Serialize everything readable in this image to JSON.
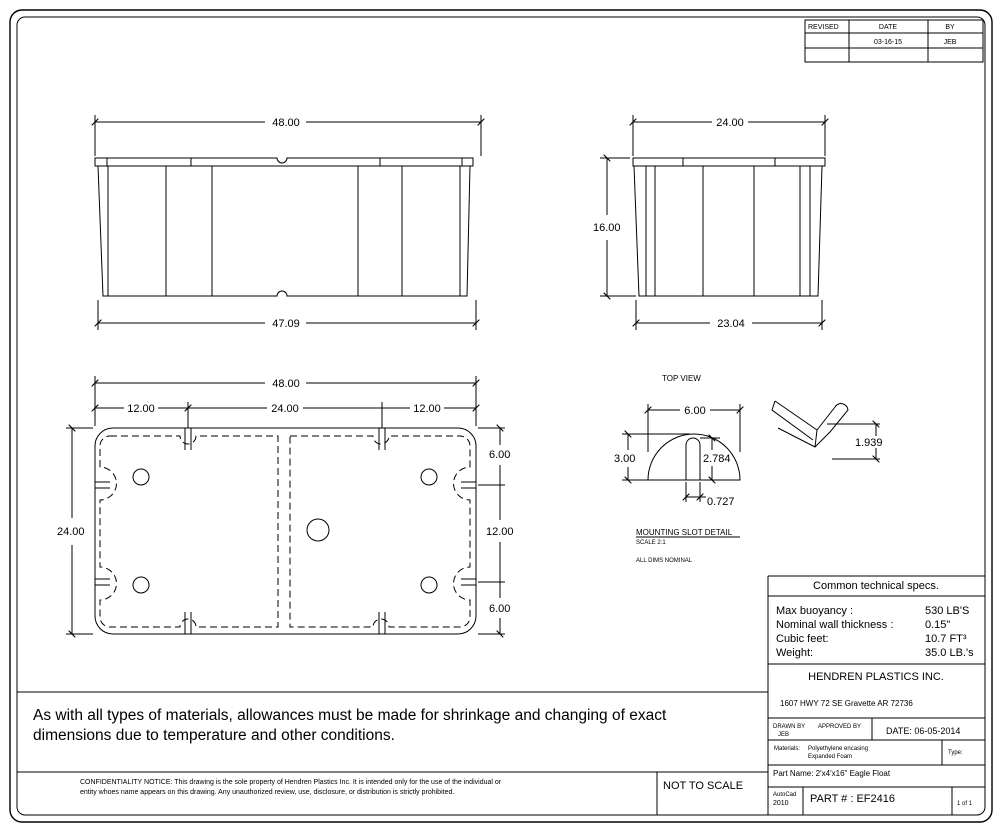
{
  "revision_table": {
    "headers": [
      "REVISED",
      "DATE",
      "BY"
    ],
    "row": [
      "",
      "03-16-15",
      "JEB"
    ]
  },
  "dims": {
    "front_top": "48.00",
    "front_bottom": "47.09",
    "side_top": "24.00",
    "side_bottom": "23.04",
    "side_height": "16.00",
    "top_width": "48.00",
    "top_left": "12.00",
    "top_mid": "24.00",
    "top_right": "12.00",
    "top_height": "24.00",
    "right_upper": "6.00",
    "right_mid": "12.00",
    "right_lower": "6.00"
  },
  "top_view": {
    "label": "TOP VIEW",
    "width": "6.00",
    "height": "3.00",
    "slot_depth": "2.784",
    "slot_width": "0.727",
    "bracket_dim": "1.939",
    "detail_title": "MOUNTING SLOT DETAIL",
    "detail_scale": "SCALE 2:1",
    "detail_note": "ALL DIMS NOMINAL"
  },
  "specs": {
    "title": "Common technical specs.",
    "rows": [
      {
        "label": "Max buoyancy :",
        "value": "530 LB'S"
      },
      {
        "label": "Nominal wall thickness :",
        "value": "0.15\""
      },
      {
        "label": "Cubic feet:",
        "value": "10.7 FT³"
      },
      {
        "label": "Weight:",
        "value": "35.0 LB.'s"
      }
    ]
  },
  "company": {
    "name": "HENDREN PLASTICS INC.",
    "address": "1607 HWY 72 SE    Gravette AR 72736"
  },
  "title_block": {
    "drawn_by_label": "DRAWN BY",
    "approved_by_label": "APPROVED BY",
    "drawn_by": "JEB",
    "date": "DATE:  06-05-2014",
    "materials_label": "Materials:",
    "materials": "Polyethylene encasing",
    "materials2": "Expanded Foam",
    "type_label": "Type:",
    "part_name": "Part Name: 2'x4'x16\" Eagle Float",
    "software": "AutoCad",
    "software_ver": "2010",
    "part_number": "PART # : EF2416",
    "sheet": "1 of 1"
  },
  "note": {
    "line1": "As with all types of materials, allowances must be made for shrinkage and changing of exact",
    "line2": "dimensions due to temperature and other conditions."
  },
  "confidentiality": {
    "line1": "CONFIDENTIALITY NOTICE: This drawing is the sole property of Hendren Plastics Inc. It is intended only for the use of the individual or",
    "line2": "entity whoes name appears on this drawing. Any unauthorized review, use, disclosure, or distribution is strictly prohibited."
  },
  "scale_note": "NOT TO SCALE"
}
